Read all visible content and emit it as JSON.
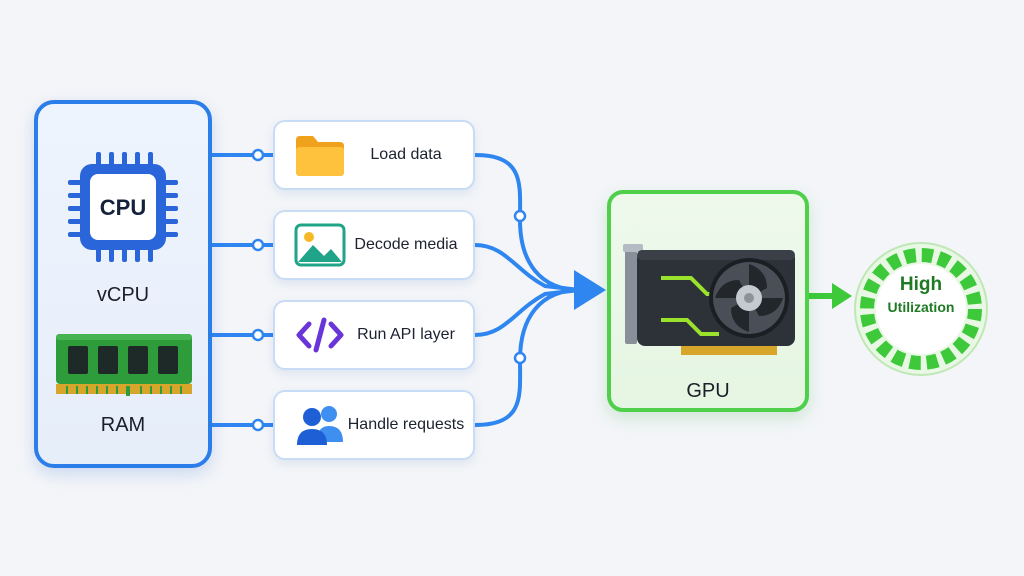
{
  "host": {
    "cpu_chip_text": "CPU",
    "cpu_label": "vCPU",
    "ram_label": "RAM"
  },
  "tasks": [
    {
      "label": "Load data",
      "icon": "folder-icon"
    },
    {
      "label": "Decode media",
      "icon": "image-icon"
    },
    {
      "label": "Run API layer",
      "icon": "code-icon"
    },
    {
      "label": "Handle requests",
      "icon": "users-icon"
    }
  ],
  "gpu": {
    "label": "GPU",
    "icon": "gpu-card-icon"
  },
  "utilization": {
    "line1": "High",
    "line2": "Utilization"
  },
  "colors": {
    "host_accent": "#2b7de9",
    "connector_blue": "#2f86f0",
    "gpu_accent": "#4fcf4a",
    "utilization_green": "#3ec93a",
    "gpu_stripe": "#9be22d"
  }
}
